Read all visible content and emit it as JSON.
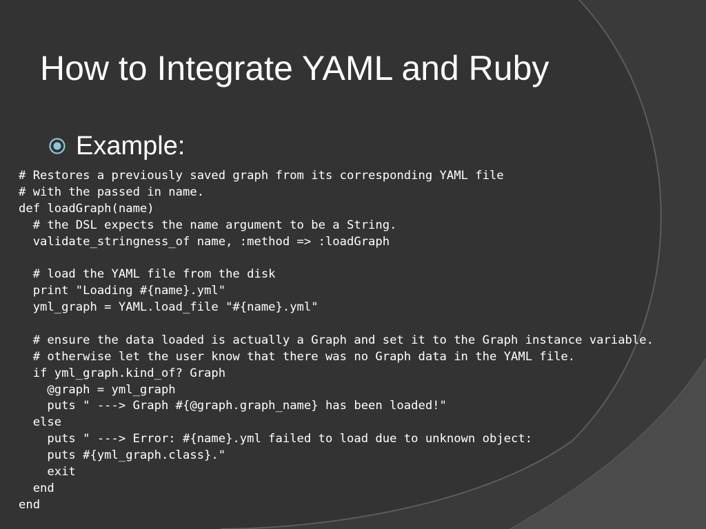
{
  "slide": {
    "title": "How to Integrate YAML and Ruby",
    "bullet": {
      "text": "Example:",
      "icon": "circled-dot-bullet-icon"
    },
    "code_lines": [
      "# Restores a previously saved graph from its corresponding YAML file",
      "# with the passed in name.",
      "def loadGraph(name)",
      "  # the DSL expects the name argument to be a String.",
      "  validate_stringness_of name, :method => :loadGraph",
      "",
      "  # load the YAML file from the disk",
      "  print \"Loading #{name}.yml\"",
      "  yml_graph = YAML.load_file \"#{name}.yml\"",
      "",
      "  # ensure the data loaded is actually a Graph and set it to the Graph instance variable.",
      "  # otherwise let the user know that there was no Graph data in the YAML file.",
      "  if yml_graph.kind_of? Graph",
      "    @graph = yml_graph",
      "    puts \" ---> Graph #{@graph.graph_name} has been loaded!\"",
      "  else",
      "    puts \" ---> Error: #{name}.yml failed to load due to unknown object:",
      "    puts #{yml_graph.class}.\"",
      "    exit",
      "  end",
      "end"
    ]
  },
  "colors": {
    "background": "#3a3a3a",
    "background_dark": "#323232",
    "background_light": "#4a4a4a",
    "arc_line": "#5c5c5c",
    "text": "#ffffff",
    "bullet_accent": "#8fc6dc"
  }
}
